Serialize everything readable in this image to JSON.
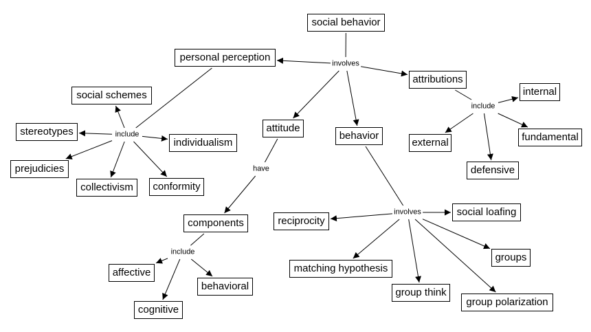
{
  "concept_map": {
    "concepts": [
      {
        "id": "social_behavior",
        "label": "social behavior"
      },
      {
        "id": "personal_perception",
        "label": "personal perception"
      },
      {
        "id": "attributions",
        "label": "attributions"
      },
      {
        "id": "social_schemes",
        "label": "social schemes"
      },
      {
        "id": "stereotypes",
        "label": "stereotypes"
      },
      {
        "id": "individualism",
        "label": "individualism"
      },
      {
        "id": "prejudicies",
        "label": "prejudicies"
      },
      {
        "id": "collectivism",
        "label": "collectivism"
      },
      {
        "id": "conformity",
        "label": "conformity"
      },
      {
        "id": "attitude",
        "label": "attitude"
      },
      {
        "id": "behavior",
        "label": "behavior"
      },
      {
        "id": "internal",
        "label": "internal"
      },
      {
        "id": "external",
        "label": "external"
      },
      {
        "id": "fundamental",
        "label": "fundamental"
      },
      {
        "id": "defensive",
        "label": "defensive"
      },
      {
        "id": "components",
        "label": "components"
      },
      {
        "id": "affective",
        "label": "affective"
      },
      {
        "id": "behavioral",
        "label": "behavioral"
      },
      {
        "id": "cognitive",
        "label": "cognitive"
      },
      {
        "id": "reciprocity",
        "label": "reciprocity"
      },
      {
        "id": "social_loafing",
        "label": "social loafing"
      },
      {
        "id": "matching_hypothesis",
        "label": "matching hypothesis"
      },
      {
        "id": "groups",
        "label": "groups"
      },
      {
        "id": "group_think",
        "label": "group think"
      },
      {
        "id": "group_polarization",
        "label": "group polarization"
      }
    ],
    "linking_phrases": [
      {
        "id": "lp_involves_main",
        "label": "involves",
        "from": "social_behavior",
        "to": [
          "personal_perception",
          "attributions",
          "attitude",
          "behavior"
        ]
      },
      {
        "id": "lp_include_perception",
        "label": "include",
        "from": "personal_perception",
        "to": [
          "social_schemes",
          "stereotypes",
          "individualism",
          "prejudicies",
          "collectivism",
          "conformity"
        ]
      },
      {
        "id": "lp_include_attributions",
        "label": "include",
        "from": "attributions",
        "to": [
          "internal",
          "external",
          "fundamental",
          "defensive"
        ]
      },
      {
        "id": "lp_have",
        "label": "have",
        "from": "attitude",
        "to": [
          "components"
        ]
      },
      {
        "id": "lp_include_components",
        "label": "include",
        "from": "components",
        "to": [
          "affective",
          "cognitive",
          "behavioral"
        ]
      },
      {
        "id": "lp_involves_behavior",
        "label": "involves",
        "from": "behavior",
        "to": [
          "reciprocity",
          "social_loafing",
          "matching_hypothesis",
          "group_think",
          "group_polarization",
          "groups"
        ]
      }
    ]
  }
}
